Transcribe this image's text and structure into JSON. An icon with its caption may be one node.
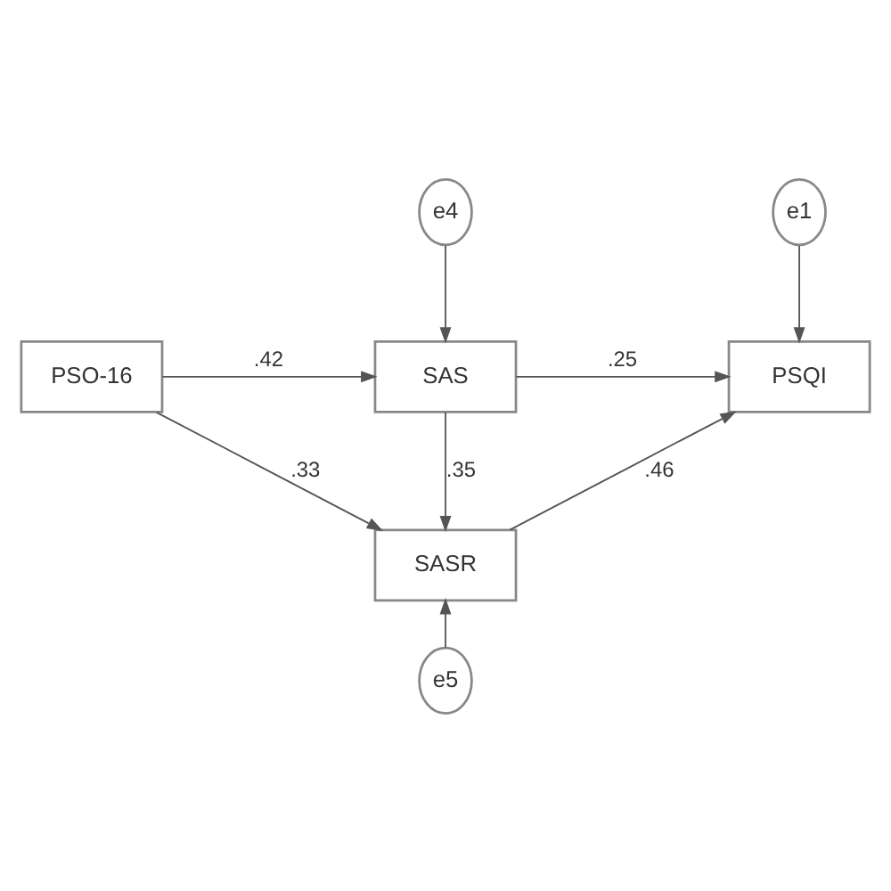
{
  "diagram": {
    "nodes": [
      {
        "text": [
          "e4"
        ]
      },
      {
        "text": [
          "e1"
        ]
      },
      {
        "text": [
          "PSO-16"
        ]
      },
      {
        "text": [
          "SAS"
        ]
      },
      {
        "text": [
          "PSQI"
        ]
      },
      {
        "text": [
          "SASR"
        ]
      },
      {
        "text": [
          "e5"
        ]
      }
    ],
    "edges": [
      {
        "from": 0,
        "to": 3,
        "arrow": "to"
      },
      {
        "from": 1,
        "to": 4,
        "arrow": "to"
      },
      {
        "from": 2,
        "to": 3,
        "label": ".42",
        "arrow": "to"
      },
      {
        "from": 3,
        "to": 4,
        "label": ".25",
        "arrow": "to"
      },
      {
        "from": 2,
        "to": 5,
        "label": ".33",
        "arrow": "to"
      },
      {
        "from": 3,
        "to": 5,
        "label": ".35",
        "arrow": "to"
      },
      {
        "from": 5,
        "to": 4,
        "label": ".46",
        "arrow": "to"
      },
      {
        "from": 6,
        "to": 5,
        "arrow": "to"
      }
    ]
  }
}
